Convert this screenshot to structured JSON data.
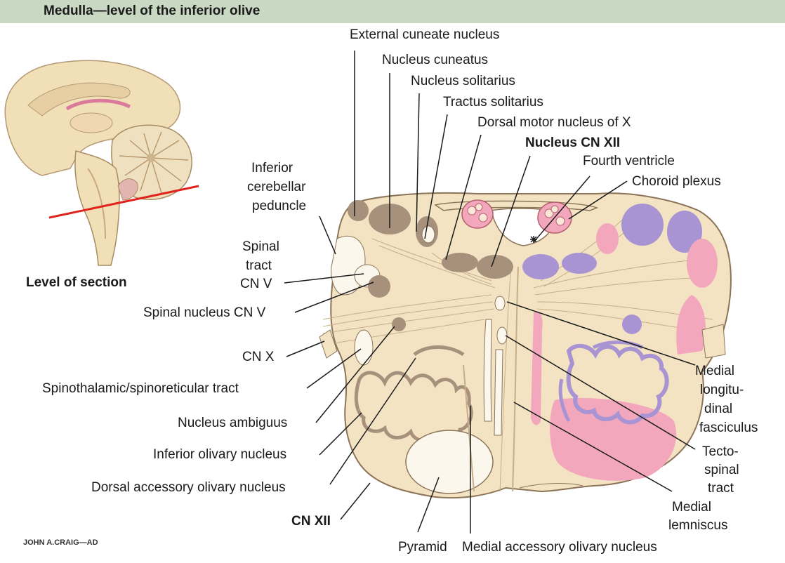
{
  "header": {
    "title": "Medulla—level of the inferior olive"
  },
  "inset": {
    "caption": "Level of  section"
  },
  "labels": {
    "external_cuneate_nucleus": "External cuneate nucleus",
    "nucleus_cuneatus": "Nucleus cuneatus",
    "nucleus_solitarius": "Nucleus solitarius",
    "tractus_solitarius": "Tractus solitarius",
    "dorsal_motor_nucleus_x": "Dorsal motor nucleus of X",
    "nucleus_cn_xii": "Nucleus CN XII",
    "fourth_ventricle": "Fourth ventricle",
    "choroid_plexus": "Choroid plexus",
    "inferior_cerebellar_peduncle": [
      "Inferior",
      "cerebellar",
      "peduncle"
    ],
    "spinal_tract_cn_v": [
      "Spinal",
      "tract",
      "CN V"
    ],
    "spinal_nucleus_cn_v": "Spinal nucleus CN V",
    "cn_x": "CN X",
    "spinothalamic_tract": "Spinothalamic/spinoreticular tract",
    "nucleus_ambiguus": "Nucleus ambiguus",
    "inferior_olivary_nucleus": "Inferior olivary nucleus",
    "dorsal_accessory_olivary_nucleus": "Dorsal accessory olivary nucleus",
    "cn_xii": "CN XII",
    "pyramid": "Pyramid",
    "medial_accessory_olivary_nucleus": "Medial accessory olivary nucleus",
    "medial_longitudinal_fasciculus": [
      "Medial",
      "longitu-",
      "dinal",
      "fasciculus"
    ],
    "tectospinal_tract": [
      "Tecto-",
      "spinal",
      "tract"
    ],
    "medial_lemniscus": [
      "Medial",
      "lemniscus"
    ]
  },
  "signature": "JOHN A.CRAIG—AD",
  "colors": {
    "header": "#c9d8c2",
    "tissue": "#f3e3c3",
    "nucleus_brown": "#a8917c",
    "tract_white": "#fbf7ec",
    "pink": "#f2a7bd",
    "lavender": "#a894d3",
    "section_line": "#e0241d"
  }
}
